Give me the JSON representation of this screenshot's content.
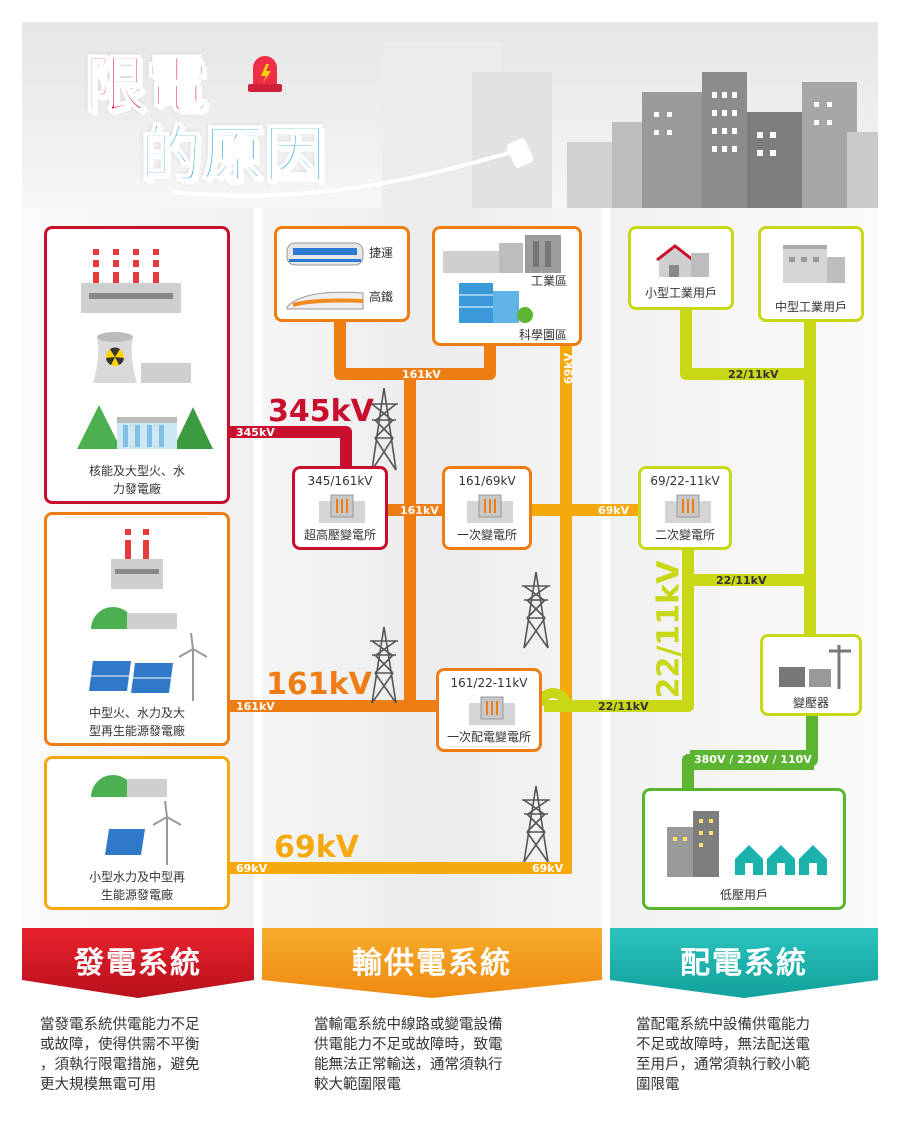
{
  "title": {
    "line1": "限電",
    "line2": "的原因"
  },
  "colors": {
    "red": "#c8102e",
    "orange": "#ee7d14",
    "amber": "#f5a90d",
    "lime": "#c8d817",
    "green": "#5cb531",
    "teal": "#1bb2ad"
  },
  "generation": {
    "box1_label_l1": "核能及大型火、水",
    "box1_label_l2": "力發電廠",
    "box2_label_l1": "中型火、水力及大",
    "box2_label_l2": "型再生能源發電廠",
    "box3_label_l1": "小型水力及中型再",
    "box3_label_l2": "生能源發電廠"
  },
  "transmission": {
    "mrt": "捷運",
    "hsr": "高鐵",
    "industrial": "工業區",
    "science_park": "科學園區",
    "sub_ultra_ratio": "345/161kV",
    "sub_ultra": "超高壓變電所",
    "sub_primary_ratio": "161/69kV",
    "sub_primary": "一次變電所",
    "sub_dist_ratio": "161/22-11kV",
    "sub_dist": "一次配電變電所"
  },
  "distribution": {
    "small_ind": "小型工業用戶",
    "mid_ind": "中型工業用戶",
    "sub_secondary_ratio": "69/22-11kV",
    "sub_secondary": "二次變電所",
    "transformer": "變壓器",
    "low_voltage": "低壓用戶",
    "lv_voltage": "380V / 220V / 110V"
  },
  "voltages": {
    "kv345_big": "345kV",
    "kv345_small": "345kV",
    "kv161_big": "161kV",
    "kv161_small": "161kV",
    "kv69_big": "69kV",
    "kv69_small": "69kV",
    "kv161_top": "161kV",
    "kv161_mid": "161kV",
    "kv69_vert": "69kV",
    "kv69_mid": "69kV",
    "kv69_bottom": "69kV",
    "kv2211_top": "22/11kV",
    "kv2211_mid": "22/11kV",
    "kv2211_low": "22/11kV",
    "kv2211_big": "22/11kV"
  },
  "sections": [
    {
      "name": "發電系統",
      "desc_lines": [
        "當發電系統供電能力不足",
        "或故障，使得供需不平衡",
        "，須執行限電措施，避免",
        "更大規模無電可用"
      ]
    },
    {
      "name": "輸供電系統",
      "desc_lines": [
        "當輸電系統中線路或變電設備",
        "供電能力不足或故障時，致電",
        "能無法正常輸送，通常須執行",
        "較大範圍限電"
      ]
    },
    {
      "name": "配電系統",
      "desc_lines": [
        "當配電系統中設備供電能力",
        "不足或故障時，無法配送電",
        "至用戶，通常須執行較小範",
        "圍限電"
      ]
    }
  ]
}
